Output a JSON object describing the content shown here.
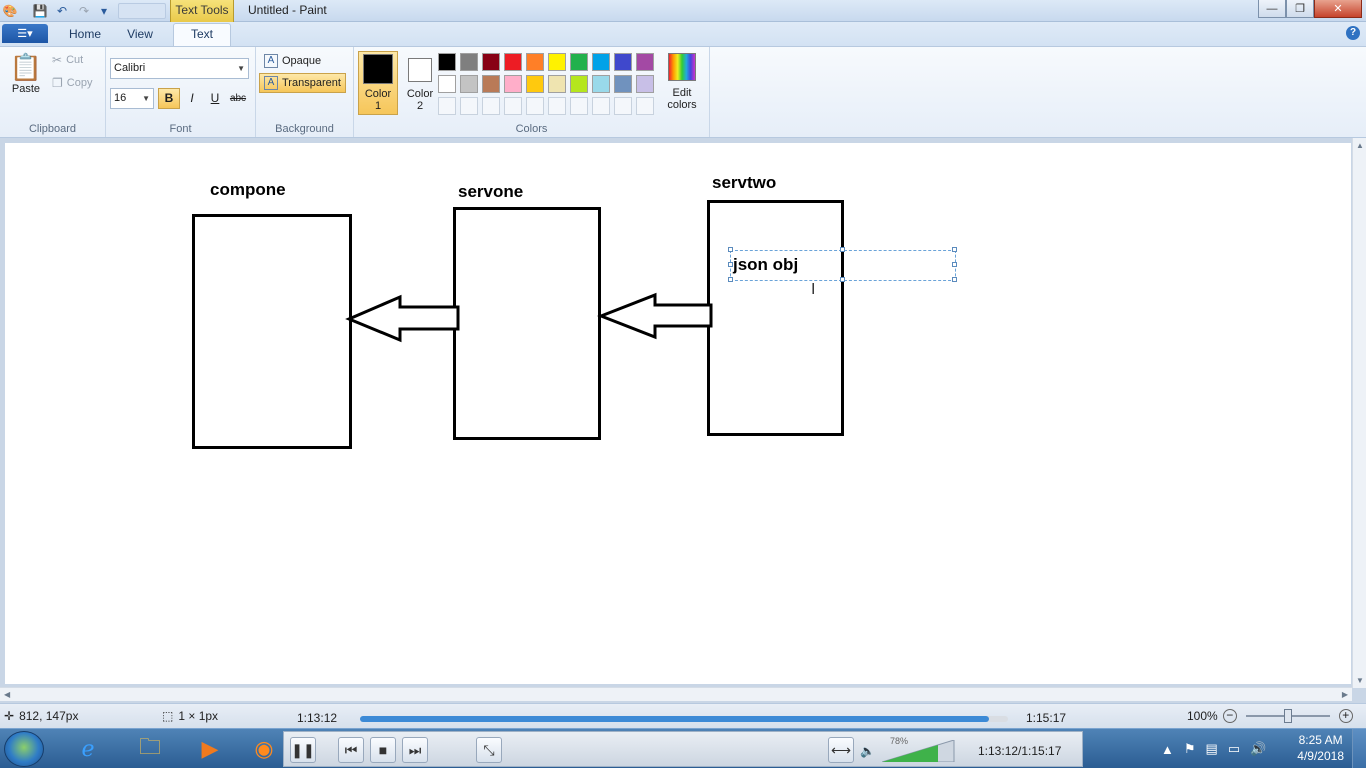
{
  "window": {
    "title": "Untitled - Paint",
    "contextual_tab": "Text Tools",
    "buttons": {
      "minimize": "—",
      "maximize": "❐",
      "close": "✕"
    }
  },
  "tabs": {
    "file_menu": "☰▾",
    "items": [
      {
        "label": "Home"
      },
      {
        "label": "View"
      },
      {
        "label": "Text"
      }
    ],
    "active": "Text",
    "help": "?"
  },
  "ribbon": {
    "clipboard": {
      "label": "Clipboard",
      "paste": "Paste",
      "cut": "Cut",
      "copy": "Copy"
    },
    "font": {
      "label": "Font",
      "family": "Calibri",
      "size": "16",
      "bold": "B",
      "italic": "I",
      "underline": "U",
      "strikethrough": "abc"
    },
    "background": {
      "label": "Background",
      "opaque": "Opaque",
      "transparent": "Transparent"
    },
    "colors": {
      "label": "Colors",
      "color1_label_line1": "Color",
      "color1_label_line2": "1",
      "color2_label_line1": "Color",
      "color2_label_line2": "2",
      "color1": "#000000",
      "color2": "#ffffff",
      "edit_line1": "Edit",
      "edit_line2": "colors",
      "palette_row1": [
        "#000000",
        "#7f7f7f",
        "#880015",
        "#ed1c24",
        "#ff7f27",
        "#fff200",
        "#22b14c",
        "#00a2e8",
        "#3f48cc",
        "#a349a4"
      ],
      "palette_row2": [
        "#ffffff",
        "#c3c3c3",
        "#b97a57",
        "#ffaec9",
        "#ffc90e",
        "#efe4b0",
        "#b5e61d",
        "#99d9ea",
        "#7092be",
        "#c8bfe7"
      ]
    }
  },
  "canvas": {
    "labels": {
      "compone": "compone",
      "servone": "servone",
      "servtwo": "servtwo"
    },
    "text_box": "json obj"
  },
  "status": {
    "cursor_pos": "812, 147px",
    "selection_size": "1 × 1px",
    "zoom": "100%"
  },
  "media": {
    "current": "1:13:12",
    "total": "1:15:17",
    "combined": "1:13:12/1:15:17",
    "progress": 0.97,
    "volume": "78%"
  },
  "taskbar": {
    "time": "8:25 AM",
    "date": "4/9/2018"
  }
}
